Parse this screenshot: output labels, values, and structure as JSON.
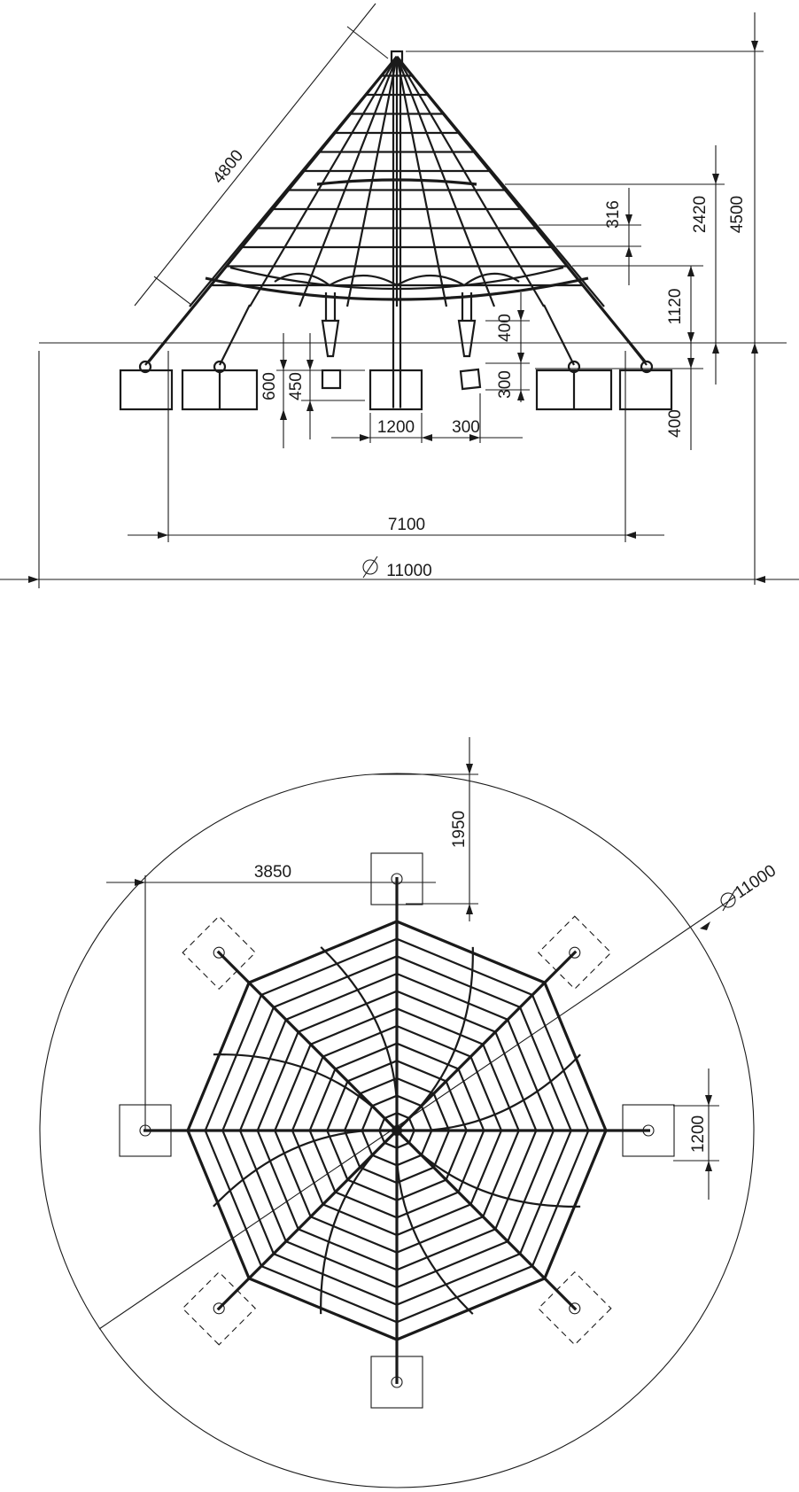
{
  "colors": {
    "ink": "#1a1a1a",
    "paper": "#ffffff"
  },
  "elevation": {
    "dim_slant": "4800",
    "dim_total_height": "4500",
    "dim_mid_height": "2420",
    "dim_rung_spacing": "316",
    "dim_lower_ring": "1120",
    "dim_pendulum_drop": "400",
    "dim_pendulum_seat": "300",
    "dim_block_depth": "600",
    "dim_block_offset": "450",
    "dim_center_block": "1200",
    "dim_pendulum_width": "300",
    "dim_foundation": "400",
    "dim_inner_span": "7100",
    "dim_diameter": "11000"
  },
  "plan": {
    "dim_radial_offset": "1950",
    "dim_horizontal_offset": "3850",
    "dim_diameter": "11000",
    "dim_block_size": "1200"
  }
}
